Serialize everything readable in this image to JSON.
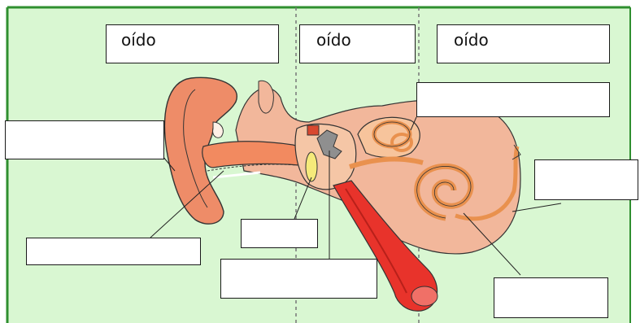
{
  "colors": {
    "background": "#d9f7d2",
    "frame": "#2f8f2f",
    "divider": "#777777",
    "outer_skin": "#f2b79b",
    "pinna": "#ee8c68",
    "canal": "#f28a60",
    "middle_ear": "#f5c6a6",
    "inner_ear": "#f7c49c",
    "cochlea": "#e9914e",
    "ossicles": "#8f8f8f",
    "tube": "#e8332b"
  },
  "headers": [
    {
      "text": "oído"
    },
    {
      "text": "oído"
    },
    {
      "text": "oído"
    }
  ],
  "blank_labels": [
    "",
    "",
    "",
    "",
    "",
    "",
    ""
  ]
}
